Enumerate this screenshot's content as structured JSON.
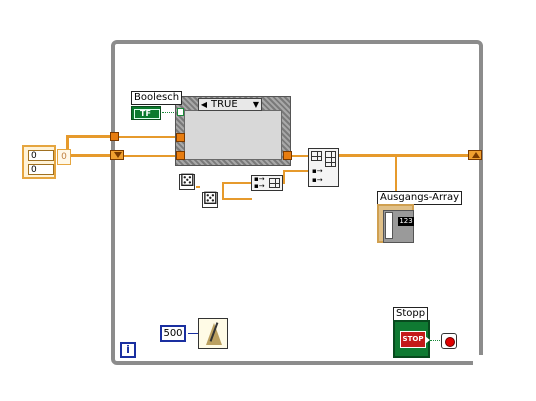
{
  "diagram": {
    "case_selector": {
      "value": "TRUE",
      "left_arrow": "◀",
      "right_arrow": "▼"
    },
    "boolean_control": {
      "label": "Boolesch",
      "glyph": "TF"
    },
    "array_constant": {
      "values": [
        "0",
        "0"
      ],
      "index": "0"
    },
    "output_indicator": {
      "label": "Ausgangs-Array",
      "glyph": "123"
    },
    "wait_constant": "500",
    "stop_control": {
      "label": "Stopp",
      "glyph": "STOP"
    },
    "iteration_terminal": "i"
  },
  "colors": {
    "loop_frame": "#8c8c8c",
    "array_wire": "#e69a2c",
    "boolean_wire": "#1a8a3a",
    "numeric_blue": "#1a2fa0",
    "stop_red": "#c41a1a"
  }
}
